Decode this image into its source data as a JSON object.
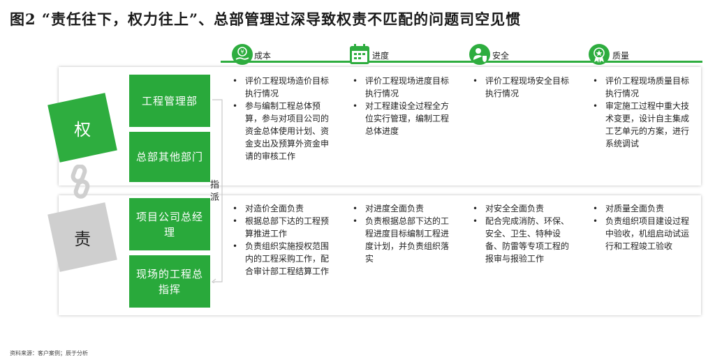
{
  "title": "图2 “责任往下，权力往上”、总部管理过深导致权责不匹配的问题司空见惯",
  "colors": {
    "green": "#2ead3f",
    "box_green": "#29a93b",
    "grey": "#cfcfcf"
  },
  "categories": [
    {
      "label": "成本",
      "icon": "money-hand-icon"
    },
    {
      "label": "进度",
      "icon": "calendar-icon"
    },
    {
      "label": "安全",
      "icon": "safety-person-icon"
    },
    {
      "label": "质量",
      "icon": "quality-medal-icon"
    }
  ],
  "quan": {
    "label": "权",
    "boxes": [
      "工程管理部",
      "总部其他部门"
    ],
    "columns": [
      [
        "评价工程现场造价目标执行情况",
        "参与编制工程总体预算，参与对项目公司的资金总体使用计划、资金支出及预算外资金申请的审核工作"
      ],
      [
        "评价工程现场进度目标执行情况",
        "对工程建设全过程全方位实行管理，编制工程总体进度"
      ],
      [
        "评价工程现场安全目标执行情况"
      ],
      [
        "评价工程现场质量目标执行情况",
        "审定施工过程中重大技术变更，设计自主集成工艺单元的方案，进行系统调试"
      ]
    ]
  },
  "ze": {
    "label": "责",
    "boxes": [
      "项目公司总经理",
      "现场的工程总指挥"
    ],
    "columns": [
      [
        "对造价全面负责",
        "根据总部下达的工程预算推进工作",
        "负责组织实施授权范围内的工程采购工作，配合审计部工程结算工作"
      ],
      [
        "对进度全面负责",
        "负责根据总部下达的工程进度目标编制工程进度计划，并负责组织落实"
      ],
      [
        "对安全全面负责",
        "配合完成消防、环保、安全、卫生、特种设备、防雷等专项工程的报审与报验工作"
      ],
      [
        "对质量全面负责",
        "负责组织项目建设过程中验收，机组启动试运行和工程竣工验收"
      ]
    ]
  },
  "arrow_label": "指派",
  "link_icon": "chain-link-icon",
  "footnote": "资料来源：客户案例；辰于分析"
}
